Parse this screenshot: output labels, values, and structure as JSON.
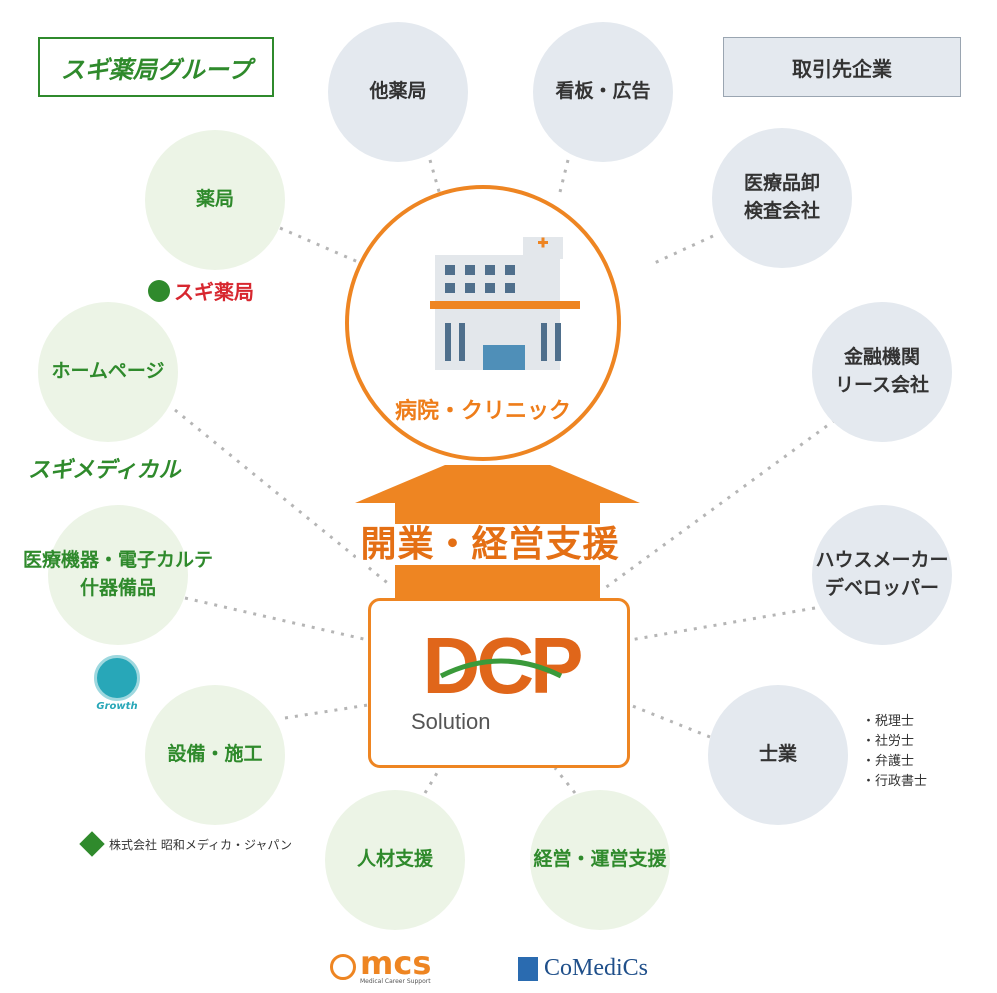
{
  "header": {
    "group_badge": "スギ薬局グループ",
    "partners_badge": "取引先企業"
  },
  "center": {
    "hospital_label": "病院・クリニック",
    "support_label": "開業・経営支援",
    "dcp_logo": "DCP",
    "dcp_sub": "Solution"
  },
  "group_nodes": [
    {
      "lines": [
        "薬局"
      ]
    },
    {
      "lines": [
        "ホームページ"
      ]
    },
    {
      "lines": [
        "医療機器・電子カルテ",
        "什器備品"
      ]
    },
    {
      "lines": [
        "設備・施工"
      ]
    },
    {
      "lines": [
        "人材支援"
      ]
    },
    {
      "lines": [
        "経営・運営支援"
      ]
    }
  ],
  "partner_nodes": [
    {
      "lines": [
        "他薬局"
      ]
    },
    {
      "lines": [
        "看板・広告"
      ]
    },
    {
      "lines": [
        "医療品卸",
        "検査会社"
      ]
    },
    {
      "lines": [
        "金融機関",
        "リース会社"
      ]
    },
    {
      "lines": [
        "ハウスメーカー",
        "デベロッパー"
      ]
    },
    {
      "lines": [
        "士業"
      ]
    }
  ],
  "shigyo_items": [
    "・税理士",
    "・社労士",
    "・弁護士",
    "・行政書士"
  ],
  "company_logos": {
    "sugi_pharmacy": "スギ薬局",
    "sugi_medical": "スギメディカル",
    "growth": "Growth",
    "showa": "株式会社 昭和メディカ・ジャパン",
    "mcs": "mcs",
    "mcs_sub": "Medical Career Support",
    "comedics": "CoMediCs"
  },
  "colors": {
    "group_green": "#2f8a2c",
    "group_bg": "#ecf4e6",
    "partner_bg": "#e4e9ef",
    "accent_orange": "#ee8522"
  }
}
